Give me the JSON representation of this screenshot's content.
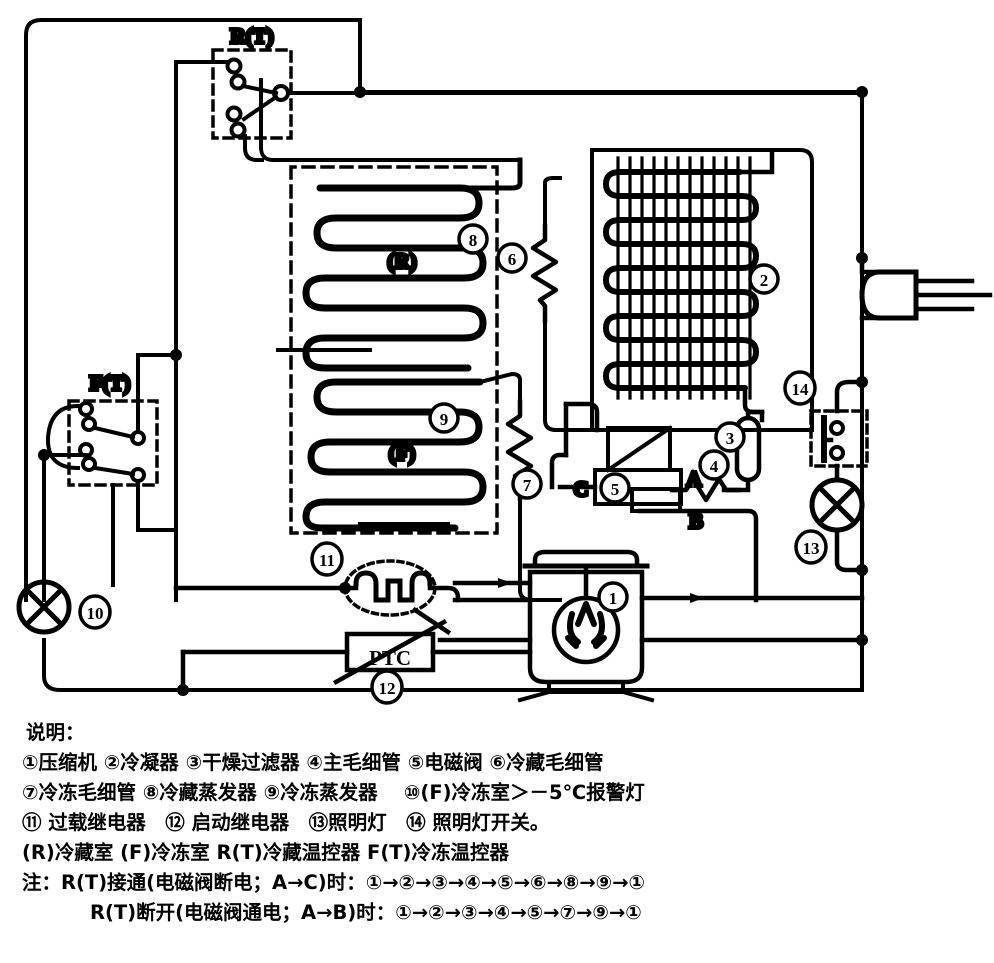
{
  "diagram": {
    "title_labels": {
      "rt_thermostat": "R(T)",
      "ft_thermostat": "F(T)",
      "fridge_compartment": "(R)",
      "freezer_compartment": "(F)",
      "ptc": "PTC",
      "valve_port_a": "A",
      "valve_port_b": "B",
      "valve_port_c": "C"
    },
    "callouts": {
      "compressor": "1",
      "condenser": "2",
      "dryer_filter": "3",
      "main_capillary": "4",
      "solenoid_valve": "5",
      "fridge_capillary": "6",
      "freezer_capillary": "7",
      "fridge_evaporator": "8",
      "freezer_evaporator": "9",
      "alarm_lamp": "10",
      "overload_relay": "11",
      "start_relay": "12",
      "lighting_lamp": "13",
      "lamp_switch": "14"
    }
  },
  "legend": {
    "heading": "说明：",
    "lines": [
      "①压缩机 ②冷凝器 ③干燥过滤器 ④主毛细管 ⑤电磁阀 ⑥冷藏毛细管",
      "⑦冷冻毛细管 ⑧冷藏蒸发器 ⑨冷冻蒸发器 　⑩(F)冷冻室＞－5℃报警灯",
      "⑪ 过载继电器　⑫ 启动继电器　⑬照明灯　⑭ 照明灯开关。",
      "(R)冷藏室 (F)冷冻室 R(T)冷藏温控器 F(T)冷冻温控器"
    ],
    "notes": [
      "注：R(T)接通(电磁阀断电；A→C)时：①→②→③→④→⑤→⑥→⑧→⑨→①",
      "R(T)断开(电磁阀通电；A→B)时：①→②→③→④→⑤→⑦→⑨→①"
    ]
  },
  "colors": {
    "line": "#000000",
    "background": "#ffffff"
  }
}
